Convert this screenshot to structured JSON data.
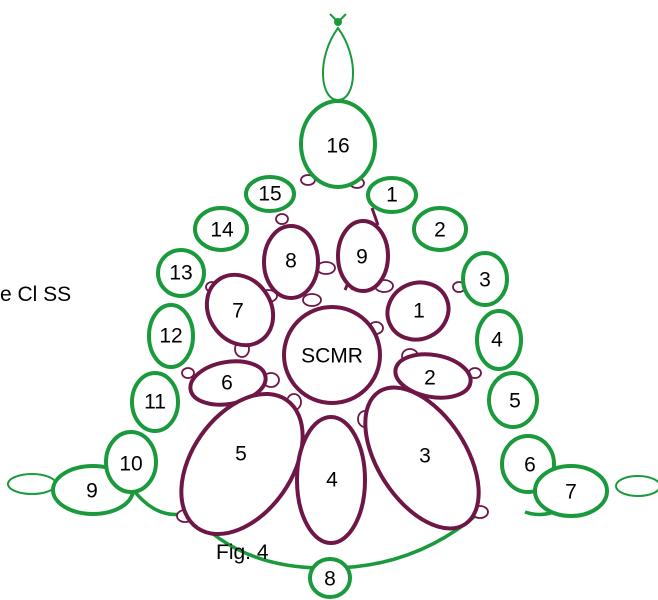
{
  "side_text": "e Cl SS",
  "caption": "Fig. 4",
  "colors": {
    "outer_ring": "#1a9a3c",
    "inner_ring": "#6e1747",
    "background": "#ffffff"
  },
  "outer_ring_labels": [
    "16",
    "1",
    "2",
    "3",
    "4",
    "5",
    "6",
    "7",
    "8",
    "9",
    "10",
    "11",
    "12",
    "13",
    "14",
    "15"
  ],
  "inner_ring_labels": [
    "SCMR",
    "1",
    "2",
    "3",
    "4",
    "5",
    "6",
    "7",
    "8",
    "9"
  ]
}
